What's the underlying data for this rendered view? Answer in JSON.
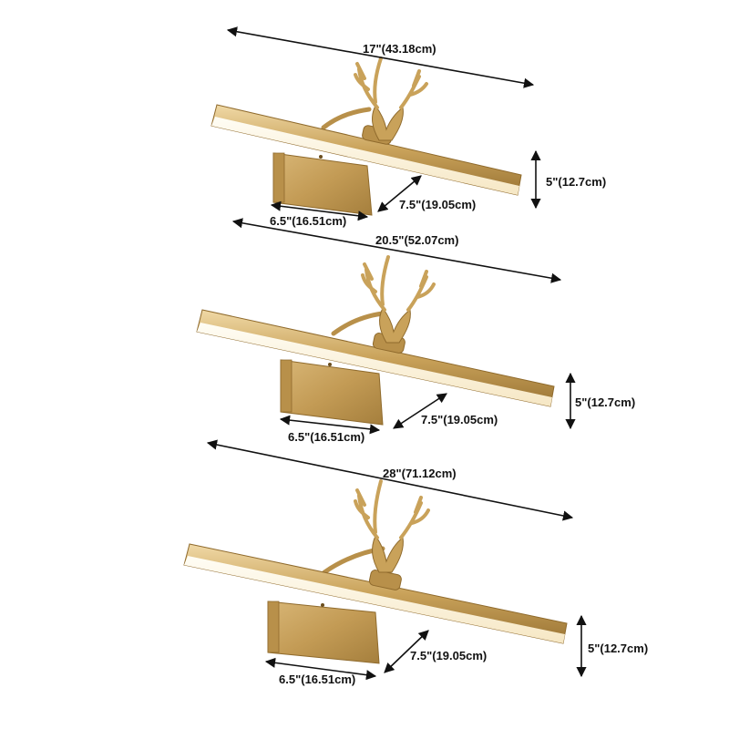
{
  "colors": {
    "brass_light": "#e8c98a",
    "brass_mid": "#c9a25a",
    "brass_dark": "#8f6a2c",
    "diffuser": "#fff8e6",
    "arrow": "#111111"
  },
  "lamps": [
    {
      "width_label": "17\"(43.18cm)",
      "height_label": "5\"(12.7cm)",
      "projection_label": "7.5\"(19.05cm)",
      "backplate_label": "6.5\"(16.51cm)"
    },
    {
      "width_label": "20.5\"(52.07cm)",
      "height_label": "5\"(12.7cm)",
      "projection_label": "7.5\"(19.05cm)",
      "backplate_label": "6.5\"(16.51cm)"
    },
    {
      "width_label": "28\"(71.12cm)",
      "height_label": "5\"(12.7cm)",
      "projection_label": "7.5\"(19.05cm)",
      "backplate_label": "6.5\"(16.51cm)"
    }
  ]
}
